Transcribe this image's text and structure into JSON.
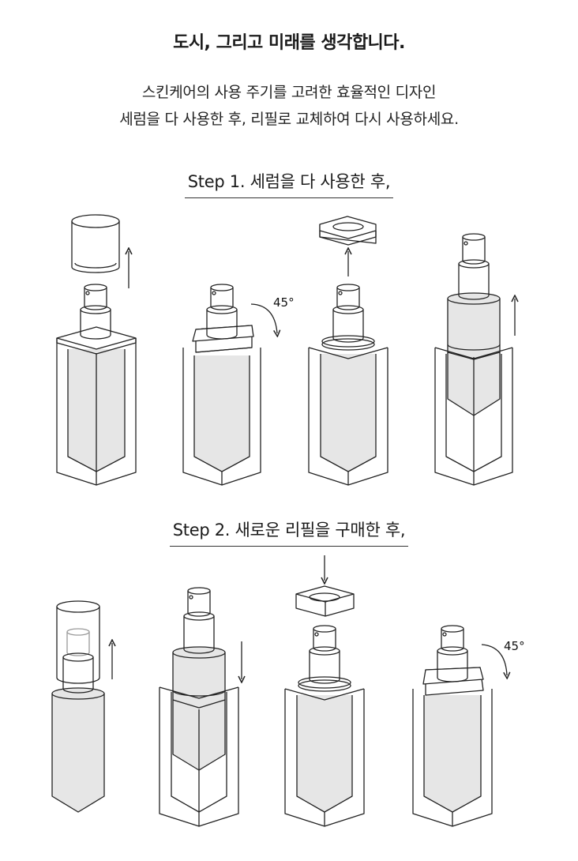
{
  "title": "도시, 그리고 미래를 생각합니다.",
  "description": [
    "스킨케어의 사용 주기를 고려한 효율적인 디자인",
    "세럼을 다 사용한 후, 리필로 교체하여 다시 사용하세요."
  ],
  "steps": [
    {
      "label": "Step 1.  세럼을 다 사용한 후,"
    },
    {
      "label": "Step 2. 새로운 리필을 구매한 후,"
    }
  ],
  "angle_label": "45°",
  "colors": {
    "line": "#222222",
    "fill_gray": "#e6e6e6",
    "background": "#ffffff"
  }
}
